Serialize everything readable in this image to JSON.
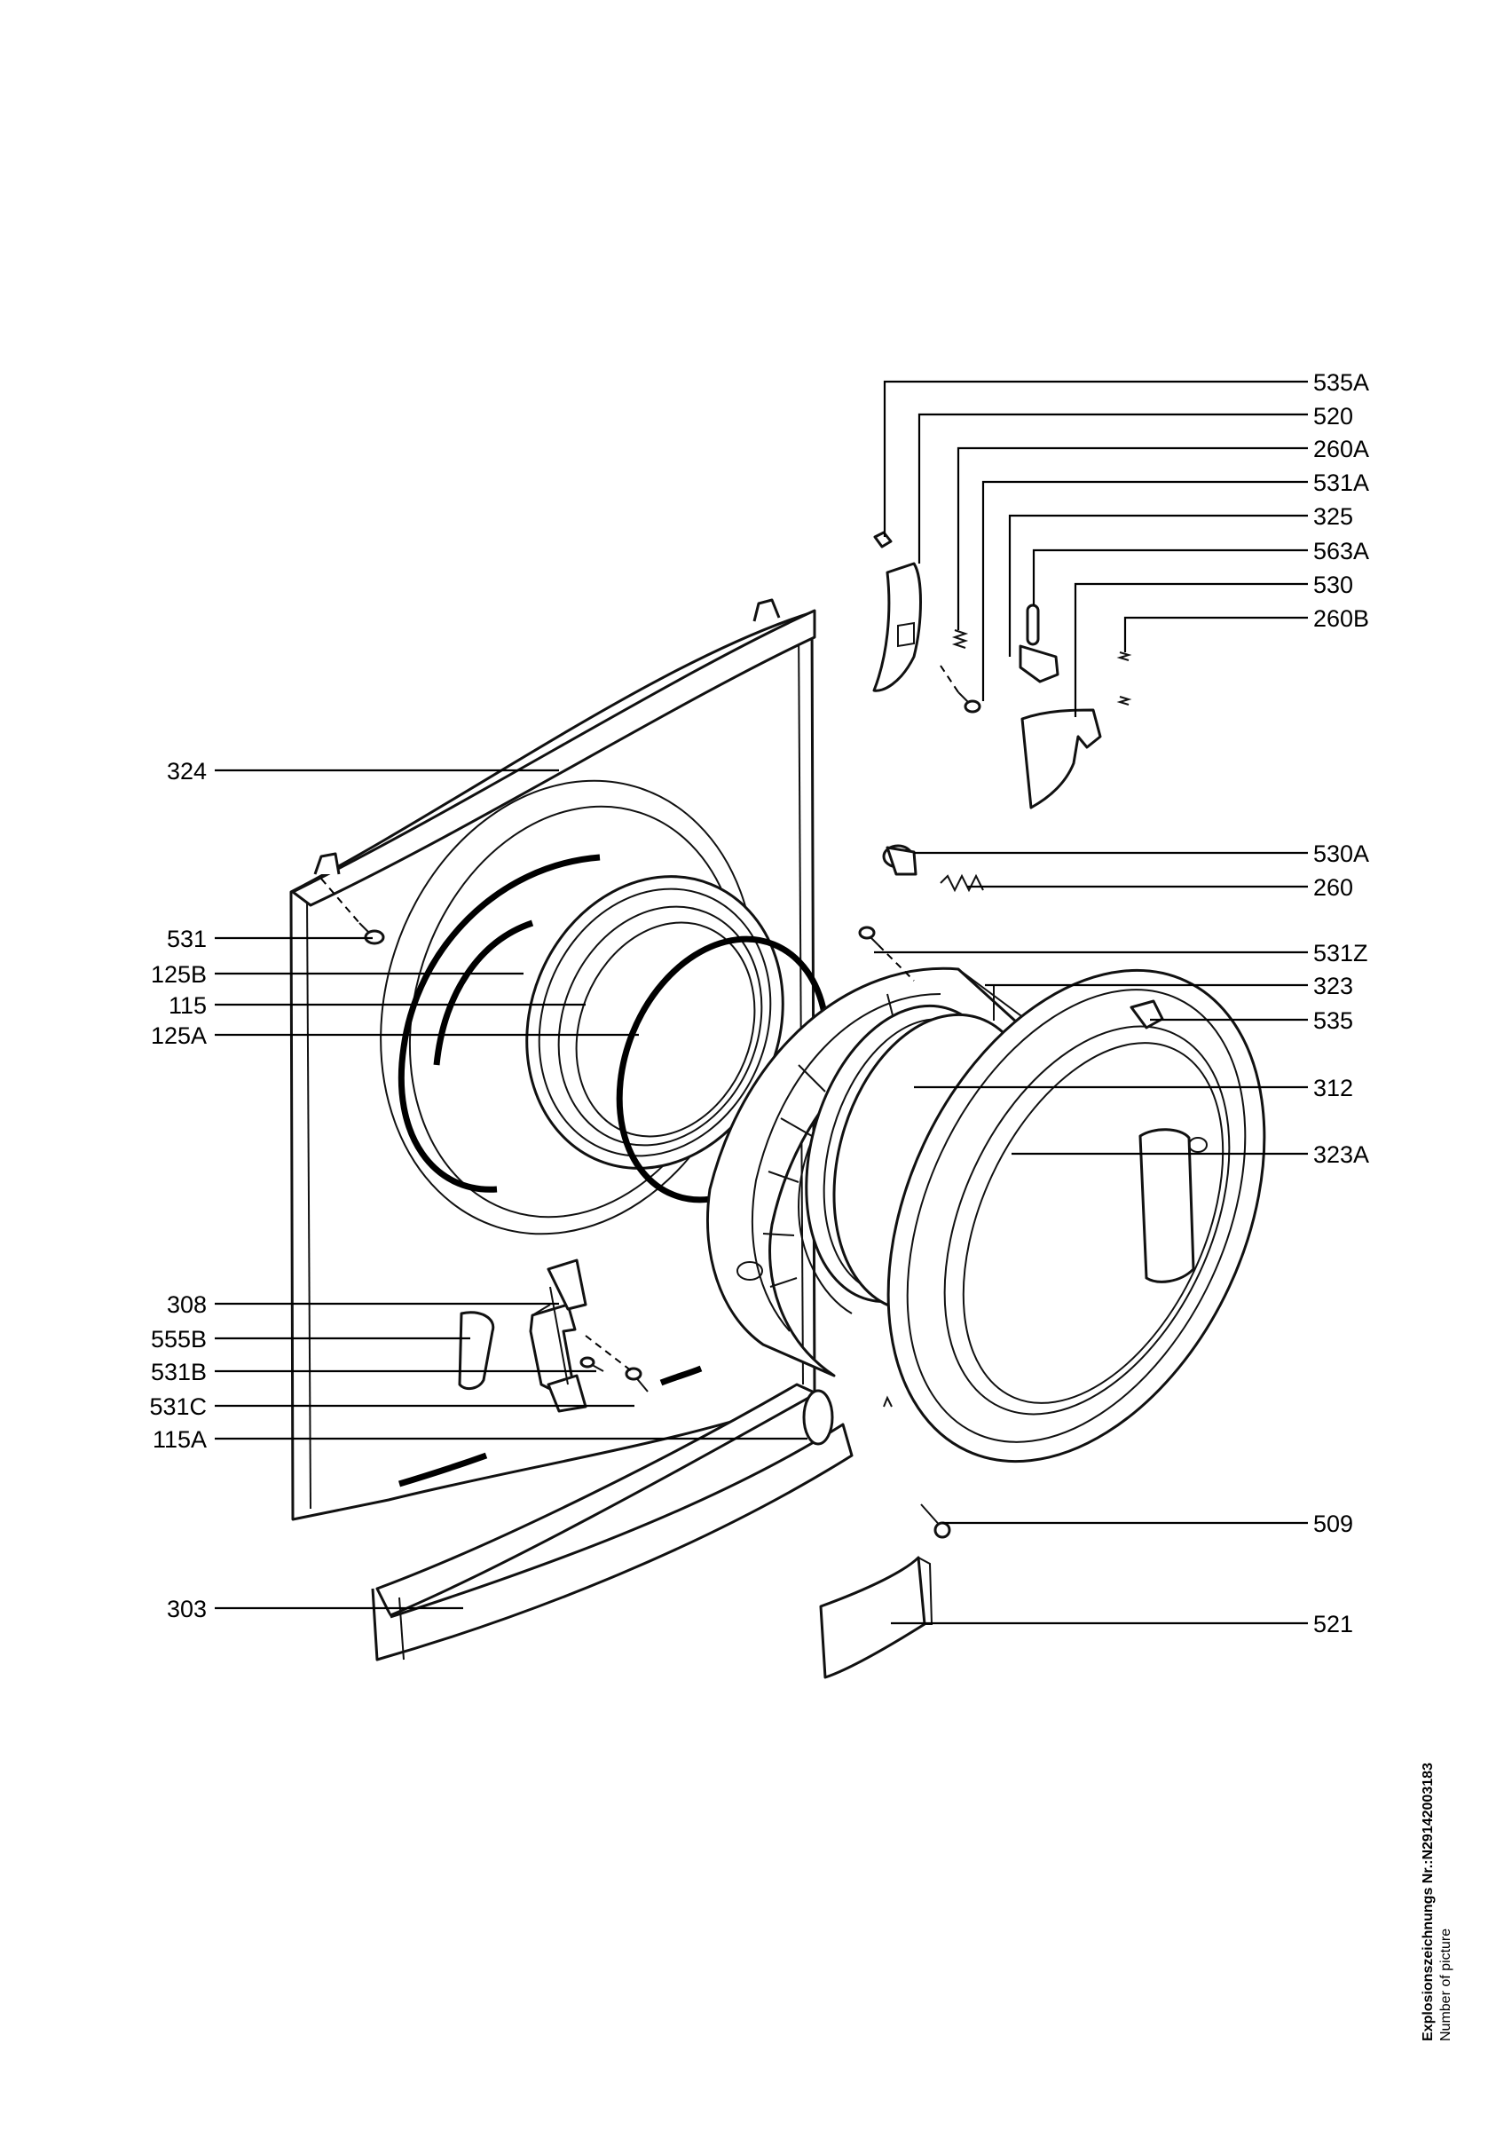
{
  "labels_right": [
    "535A",
    "520",
    "260A",
    "531A",
    "325",
    "563A",
    "530",
    "260B",
    "530A",
    "260",
    "531Z",
    "323",
    "535",
    "312",
    "323A",
    "509",
    "521"
  ],
  "labels_left": [
    "324",
    "531",
    "125B",
    "115",
    "125A",
    "308",
    "555B",
    "531B",
    "531C",
    "115A",
    "303"
  ],
  "caption": {
    "line1": "Explosionszeichnungs Nr.:N29142003183",
    "line2": "Number of picture"
  }
}
